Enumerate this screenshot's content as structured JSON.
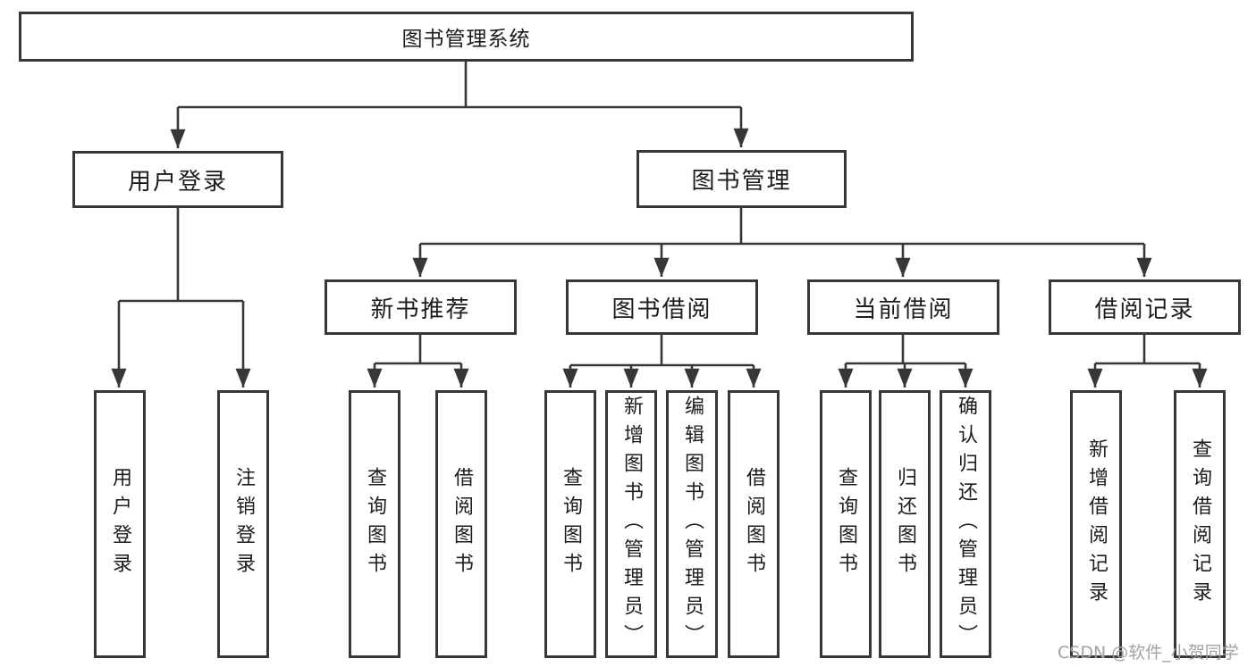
{
  "diagram_title": "图书管理系统",
  "tree": {
    "label": "图书管理系统",
    "children": [
      {
        "label": "用户登录",
        "children": [
          {
            "label": "用户登录"
          },
          {
            "label": "注销登录"
          }
        ]
      },
      {
        "label": "图书管理",
        "children": [
          {
            "label": "新书推荐",
            "children": [
              {
                "label": "查询图书"
              },
              {
                "label": "借阅图书"
              }
            ]
          },
          {
            "label": "图书借阅",
            "children": [
              {
                "label": "查询图书"
              },
              {
                "label": "新增图书（管理员）"
              },
              {
                "label": "编辑图书（管理员）"
              },
              {
                "label": "借阅图书"
              }
            ]
          },
          {
            "label": "当前借阅",
            "children": [
              {
                "label": "查询图书"
              },
              {
                "label": "归还图书"
              },
              {
                "label": "确认归还（管理员）"
              }
            ]
          },
          {
            "label": "借阅记录",
            "children": [
              {
                "label": "新增借阅记录"
              },
              {
                "label": "查询借阅记录"
              }
            ]
          }
        ]
      }
    ]
  },
  "watermark": {
    "text": "CSDN @软件_小贺同学",
    "color": "#a2a2a2"
  },
  "colors": {
    "line": "#373737",
    "text": "#1c1c1c",
    "background": "#ffffff"
  }
}
